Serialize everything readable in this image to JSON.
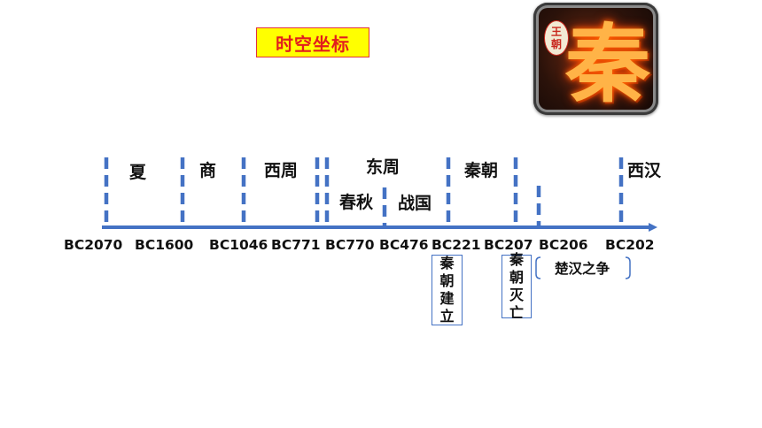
{
  "title": "时空坐标",
  "logo": {
    "glyph": "秦",
    "seal": [
      "王",
      "朝"
    ]
  },
  "eras": [
    {
      "name": "夏"
    },
    {
      "name": "商"
    },
    {
      "name": "西周"
    },
    {
      "name": "东周"
    },
    {
      "name": "春秋"
    },
    {
      "name": "战国"
    },
    {
      "name": "秦朝"
    },
    {
      "name": "西汉"
    }
  ],
  "years": [
    "BC2070",
    "BC1600",
    "BC1046",
    "BC771",
    "BC770",
    "BC476",
    "BC221",
    "BC207",
    "BC206",
    "BC202"
  ],
  "events": [
    {
      "text": "秦朝建立"
    },
    {
      "text": "秦朝灭亡"
    }
  ],
  "interlude": "楚汉之争",
  "colors": {
    "axis": "#4472c4",
    "title_fill": "#ffff00",
    "title_text": "#e21d1d"
  }
}
